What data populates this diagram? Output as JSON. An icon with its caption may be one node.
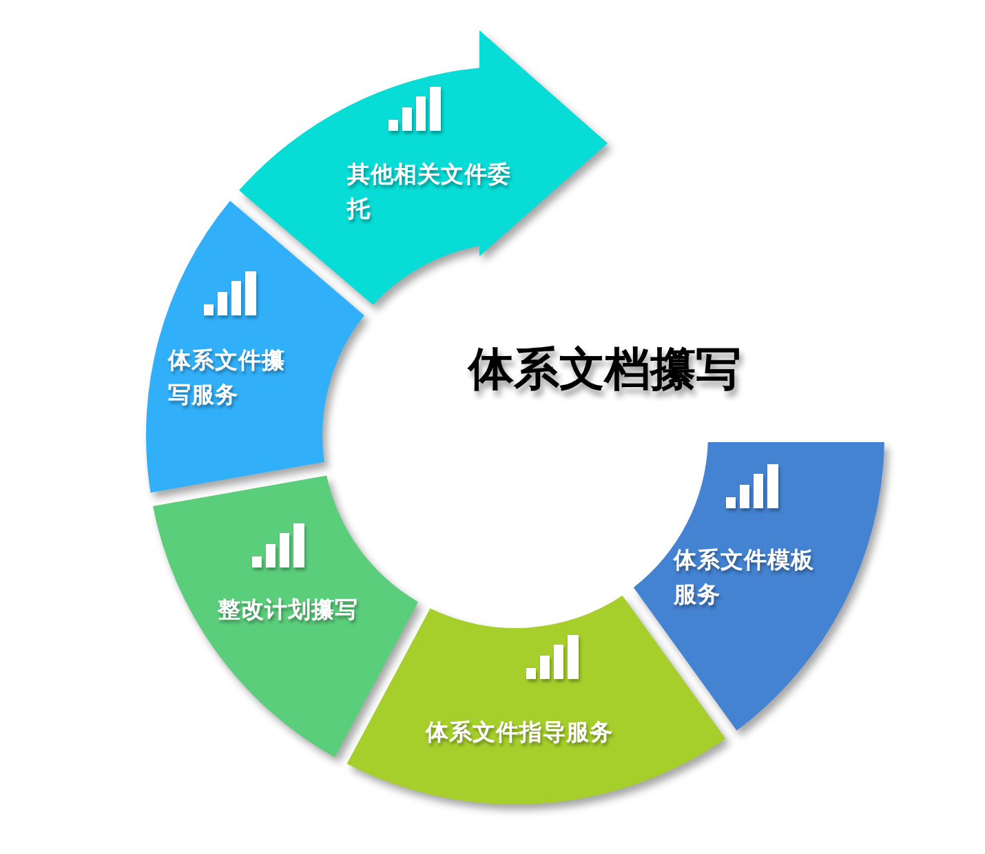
{
  "diagram": {
    "title": "体系文档攥写",
    "nodes": [
      {
        "text": [
          "其他相关文件委托"
        ]
      },
      {
        "text": [
          "体系文件攥写服务"
        ]
      },
      {
        "text": [
          "体系文件模板服务"
        ]
      },
      {
        "text": [
          "整改计划攥写"
        ]
      },
      {
        "text": [
          "体系文件指导服务"
        ]
      }
    ]
  }
}
